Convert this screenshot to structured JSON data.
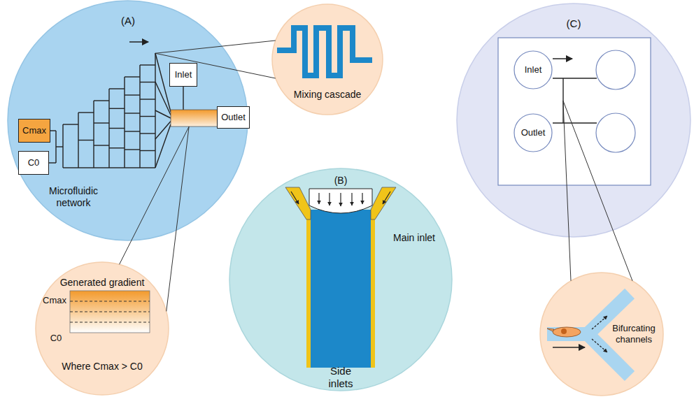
{
  "diagram": {
    "nodes": [
      {
        "text": [
          "(A)",
          "Microfluidic network"
        ]
      },
      {
        "text": [
          "Cmax"
        ],
        "in": 0
      },
      {
        "text": [
          "C0"
        ],
        "in": 0
      },
      {
        "text": [
          "Inlet"
        ],
        "in": 0
      },
      {
        "text": [
          "Outlet"
        ],
        "in": 0
      },
      {
        "text": [
          "Mixing cascade"
        ]
      },
      {
        "text": [
          "Generated gradient",
          "Cmax",
          "C0",
          "Where Cmax > C0"
        ]
      },
      {
        "text": [
          "(B)",
          "Main inlet",
          "Side inlets"
        ]
      },
      {
        "text": [
          "(C)"
        ]
      },
      {
        "text": [
          "Inlet"
        ],
        "in": 8
      },
      {
        "text": [
          "Outlet"
        ],
        "in": 8
      },
      {
        "text": [
          "Bifurcating channels"
        ]
      }
    ],
    "edges": [
      {
        "from": 0,
        "to": 5,
        "arrow": "none"
      },
      {
        "from": 0,
        "to": 6,
        "arrow": "none"
      },
      {
        "from": 8,
        "to": 11,
        "arrow": "none"
      }
    ]
  }
}
